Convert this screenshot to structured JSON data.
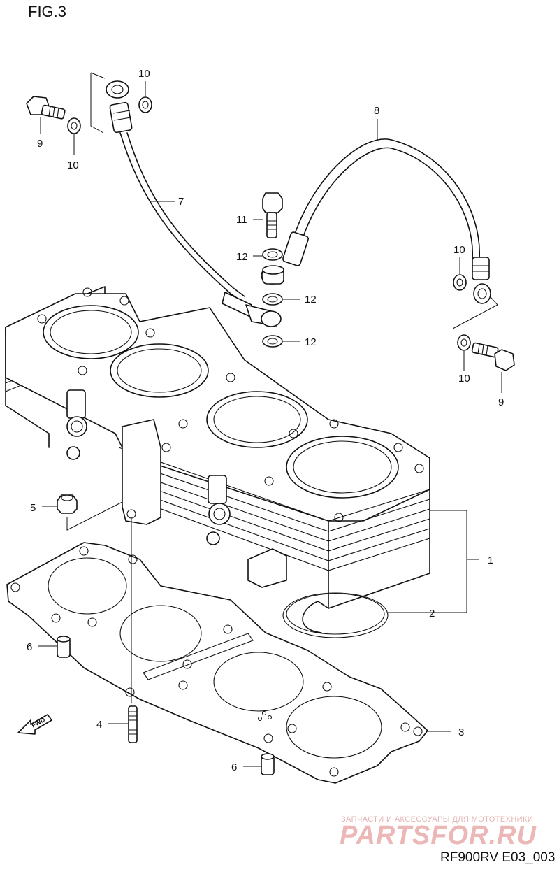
{
  "figure_title": "FIG.3",
  "drawing_code": "RF900RV E03_003",
  "watermark": {
    "tagline": "ЗАПЧАСТИ И АКСЕССУАРЫ ДЛЯ МОТОТЕХНИКИ",
    "logo": "PARTSFOR.RU"
  },
  "fwd_label": "FWD",
  "callouts": {
    "c1": "1",
    "c2": "2",
    "c3": "3",
    "c4": "4",
    "c5": "5",
    "c6a": "6",
    "c6b": "6",
    "c7": "7",
    "c8": "8",
    "c9a": "9",
    "c9b": "9",
    "c10a": "10",
    "c10b": "10",
    "c10c": "10",
    "c10d": "10",
    "c11": "11",
    "c12a": "12",
    "c12b": "12",
    "c12c": "12"
  }
}
